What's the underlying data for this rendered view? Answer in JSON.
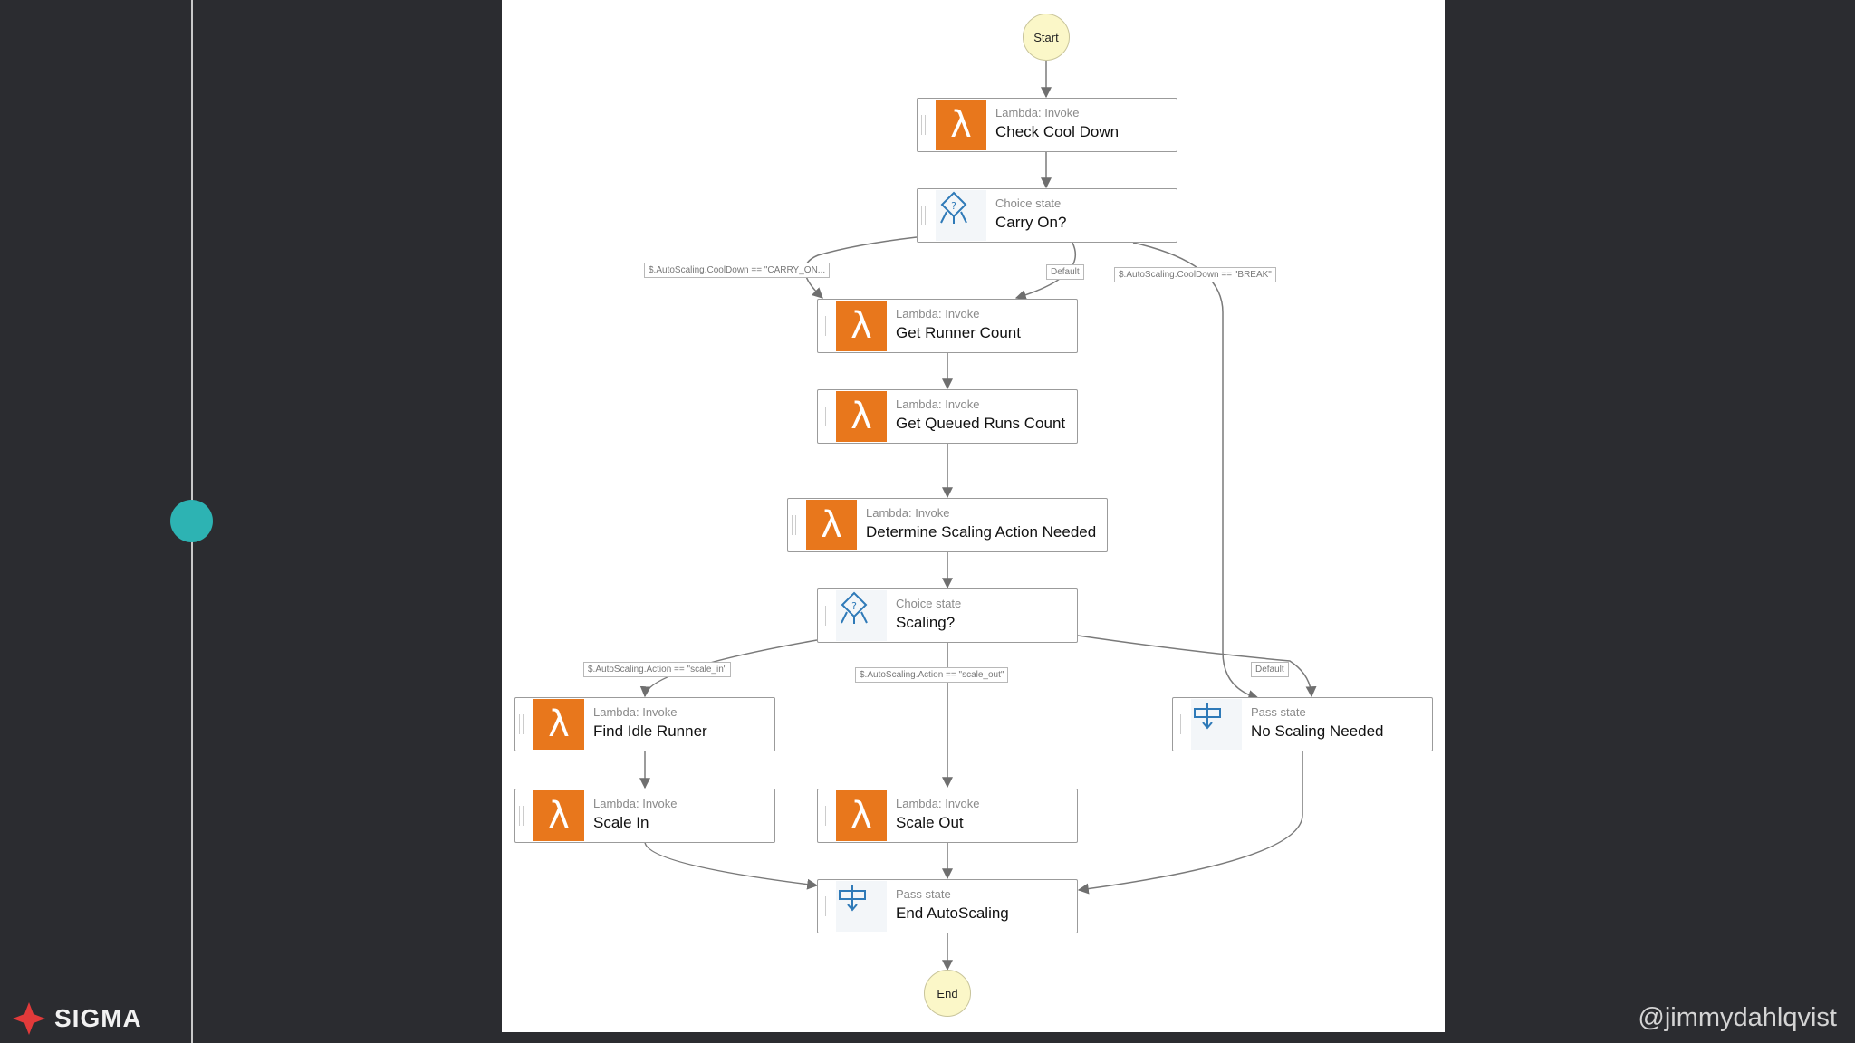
{
  "diagram": {
    "start_label": "Start",
    "end_label": "End",
    "nodes": {
      "check_cool_down": {
        "type": "Lambda: Invoke",
        "name": "Check Cool Down"
      },
      "carry_on": {
        "type": "Choice state",
        "name": "Carry On?"
      },
      "get_runner_count": {
        "type": "Lambda: Invoke",
        "name": "Get Runner Count"
      },
      "get_queued_runs_count": {
        "type": "Lambda: Invoke",
        "name": "Get Queued Runs Count"
      },
      "determine_scaling": {
        "type": "Lambda: Invoke",
        "name": "Determine Scaling Action Needed"
      },
      "scaling": {
        "type": "Choice state",
        "name": "Scaling?"
      },
      "find_idle_runner": {
        "type": "Lambda: Invoke",
        "name": "Find Idle Runner"
      },
      "scale_in": {
        "type": "Lambda: Invoke",
        "name": "Scale In"
      },
      "scale_out": {
        "type": "Lambda: Invoke",
        "name": "Scale Out"
      },
      "no_scaling_needed": {
        "type": "Pass state",
        "name": "No Scaling Needed"
      },
      "end_autoscaling": {
        "type": "Pass state",
        "name": "End AutoScaling"
      }
    },
    "edge_labels": {
      "carry_on_condition": "$.AutoScaling.CoolDown == \"CARRY_ON...",
      "carry_on_default": "Default",
      "break_condition": "$.AutoScaling.CoolDown == \"BREAK\"",
      "scale_in_condition": "$.AutoScaling.Action == \"scale_in\"",
      "scale_out_condition": "$.AutoScaling.Action == \"scale_out\"",
      "scaling_default": "Default"
    }
  },
  "branding": {
    "brand_name": "SIGMA",
    "handle": "@jimmydahlqvist"
  },
  "colors": {
    "lambda_orange": "#e8771c",
    "background": "#2b2c30",
    "timeline_dot": "#2db3b3"
  }
}
